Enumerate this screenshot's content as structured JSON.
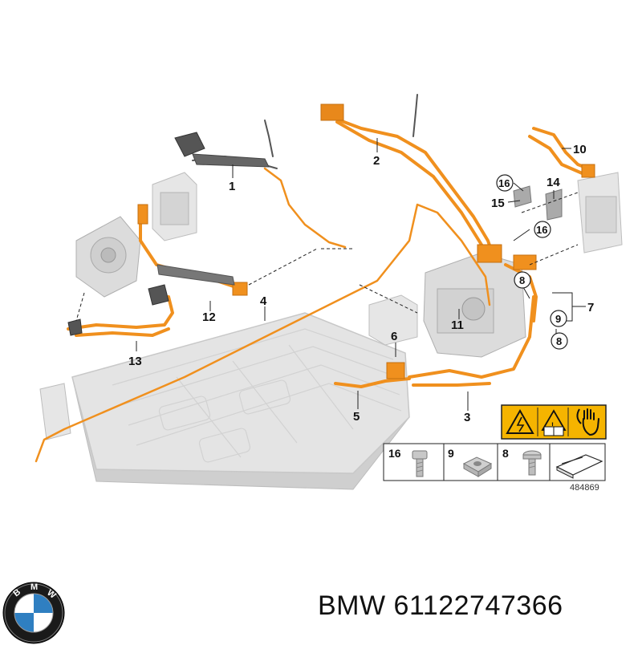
{
  "diagram": {
    "callouts": {
      "c1": "1",
      "c2": "2",
      "c3": "3",
      "c4": "4",
      "c5": "5",
      "c6": "6",
      "c7": "7",
      "c8a": "8",
      "c8b": "8",
      "c9": "9",
      "c10": "10",
      "c11": "11",
      "c12": "12",
      "c13": "13",
      "c14": "14",
      "c15": "15",
      "c16a": "16",
      "c16b": "16"
    },
    "legend": {
      "items": [
        "16",
        "9",
        "8"
      ]
    },
    "reference_number": "484869"
  },
  "footer": {
    "brand_text": "BMW 61122747366"
  },
  "colors": {
    "cable_orange": "#f0901e",
    "warning_yellow": "#f5b400",
    "part_grey": "#dcdcdc",
    "bmw_blue": "#2f7fc1"
  }
}
